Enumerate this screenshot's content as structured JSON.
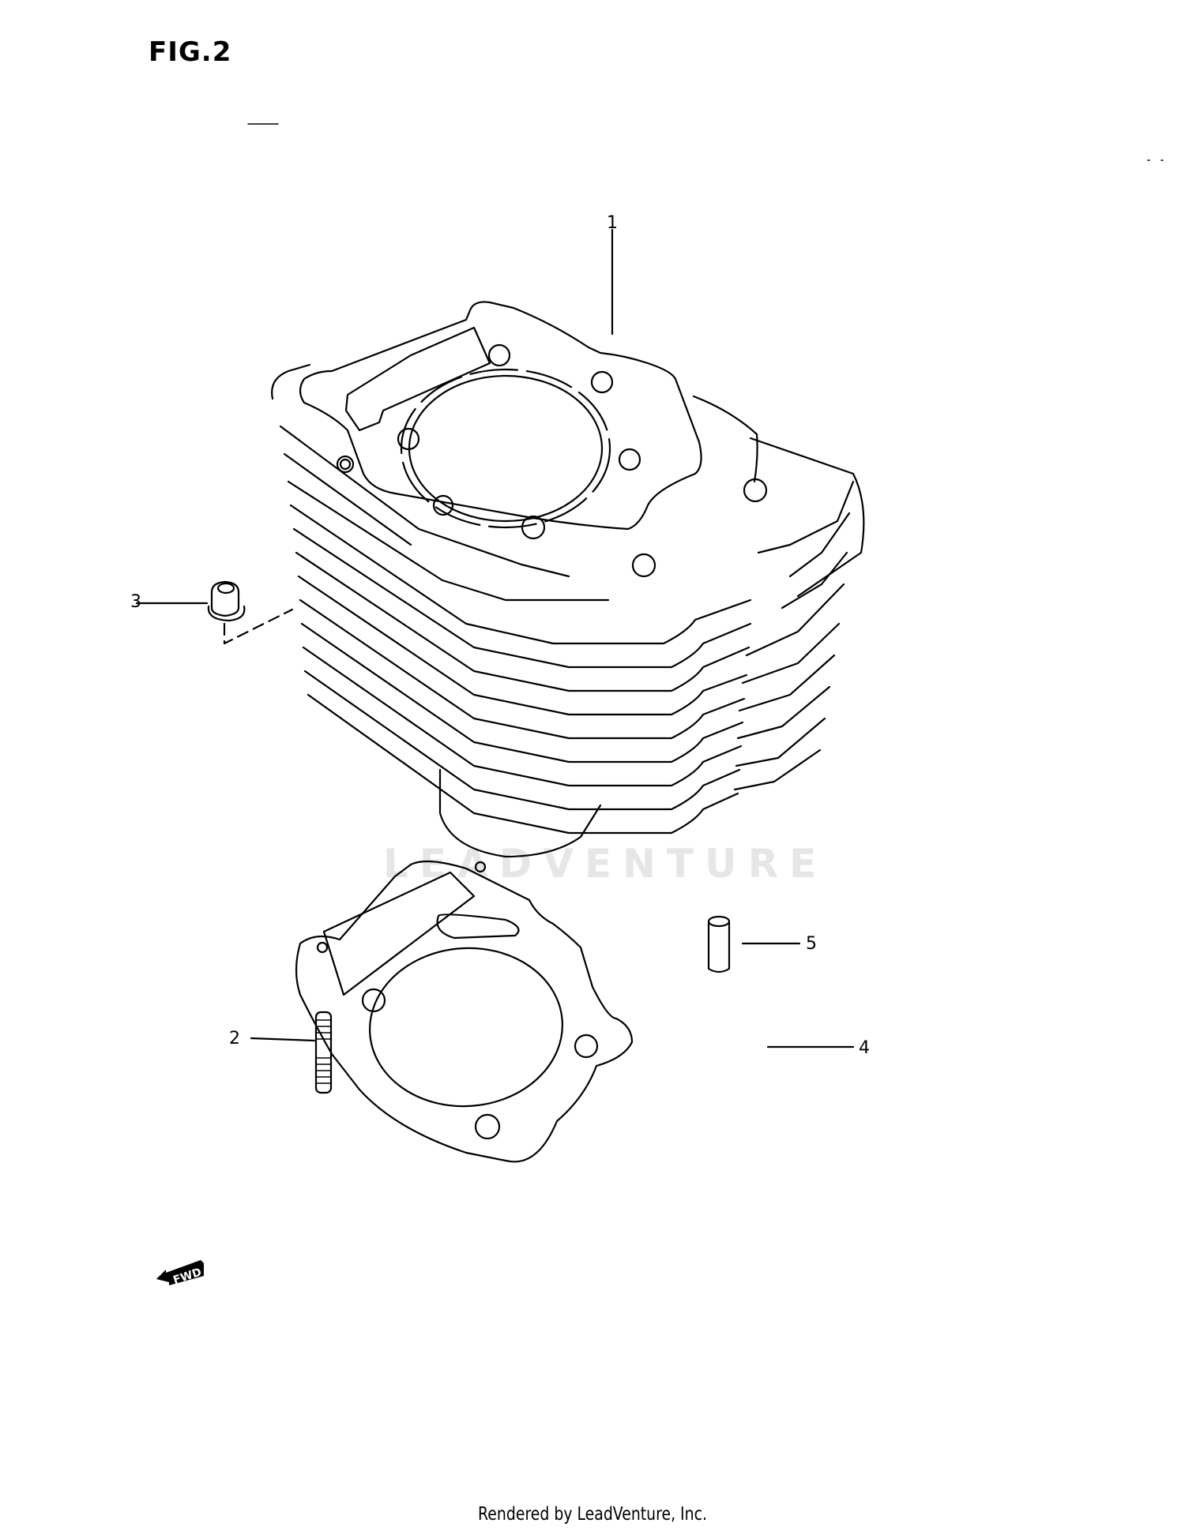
{
  "figure": {
    "title": "FIG.2",
    "watermark": "LEADVENTURE"
  },
  "callouts": [
    {
      "number": "1",
      "part": "cylinder"
    },
    {
      "number": "2",
      "part": "stud"
    },
    {
      "number": "3",
      "part": "nut"
    },
    {
      "number": "4",
      "part": "cylinder-base-gasket"
    },
    {
      "number": "5",
      "part": "dowel-pin"
    }
  ],
  "fwd_indicator": {
    "label": "FWD"
  },
  "footer": {
    "text": "Rendered by LeadVenture, Inc."
  }
}
